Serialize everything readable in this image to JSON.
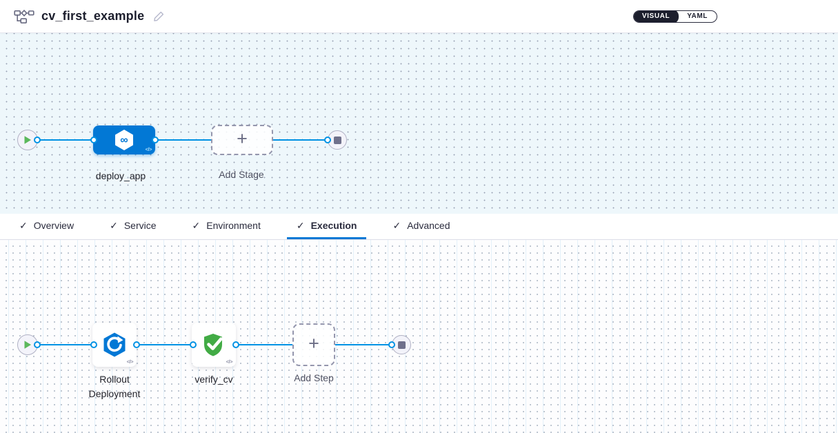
{
  "header": {
    "title": "cv_first_example",
    "view_toggle": {
      "options": [
        "VISUAL",
        "YAML"
      ],
      "selected": "VISUAL"
    }
  },
  "stage_pipeline": {
    "stages": [
      {
        "label": "deploy_app",
        "icon": "cd-hexagon-infinity-icon"
      }
    ],
    "add_stage_label": "Add Stage"
  },
  "tabs": {
    "items": [
      {
        "label": "Overview",
        "checked": true,
        "active": false
      },
      {
        "label": "Service",
        "checked": true,
        "active": false
      },
      {
        "label": "Environment",
        "checked": true,
        "active": false
      },
      {
        "label": "Execution",
        "checked": true,
        "active": true
      },
      {
        "label": "Advanced",
        "checked": true,
        "active": false
      }
    ]
  },
  "execution_pipeline": {
    "steps": [
      {
        "label": "Rollout Deployment",
        "icon": "rollout-deployment-icon"
      },
      {
        "label": "verify_cv",
        "icon": "verify-shield-check-icon"
      }
    ],
    "add_step_label": "Add Step"
  },
  "icons": {
    "check": "✓",
    "plus": "+",
    "code": "</>",
    "infinity": "∞"
  },
  "colors": {
    "accent_blue": "#0278d5",
    "connector_blue": "#0092e4",
    "success_green": "#42ab45",
    "toggle_dark": "#1c1e2d",
    "canvas_stage_bg": "#eef7fb",
    "canvas_exec_bg": "#fdfdfe"
  }
}
